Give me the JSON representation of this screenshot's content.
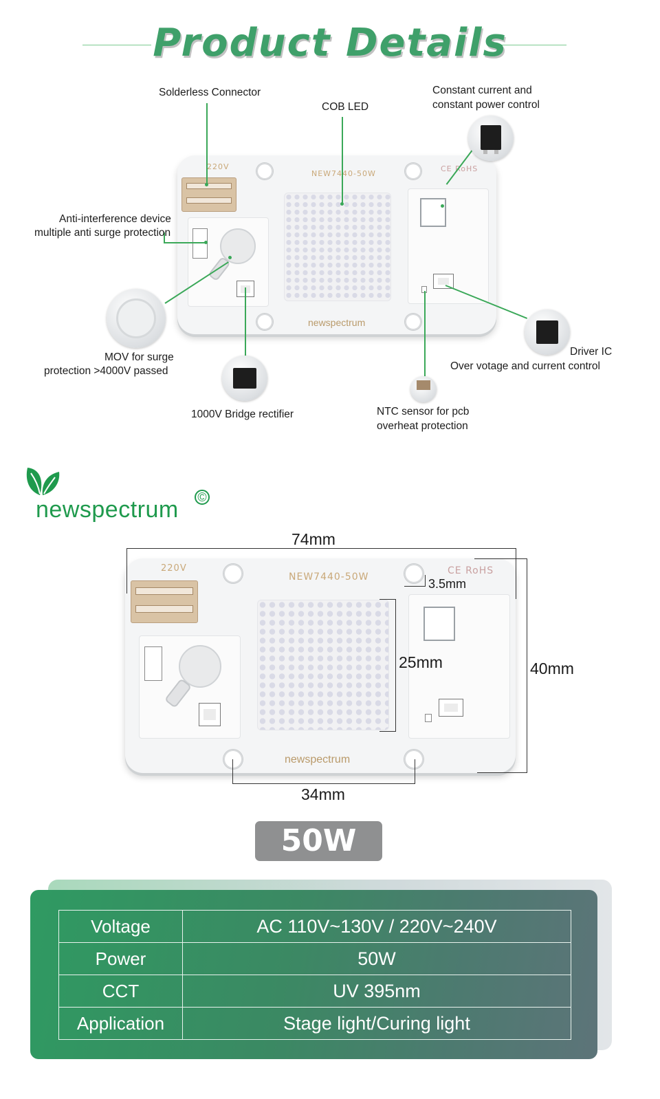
{
  "title": "Product Details",
  "board_marks": {
    "voltage_mark": "220V",
    "model_mark": "NEW7440-50W",
    "cert_mark": "CE RoHS",
    "logo_mark": "newspectrum"
  },
  "callouts": {
    "solderless": "Solderless Connector",
    "cob": "COB LED",
    "constant_1": "Constant current and",
    "constant_2": "constant power control",
    "anti_1": "Anti-interference device",
    "anti_2": "multiple anti surge protection",
    "mov_1": "MOV for surge",
    "mov_2": "protection >4000V passed",
    "bridge": "1000V Bridge rectifier",
    "ntc_1": "NTC sensor for pcb",
    "ntc_2": "overheat protection",
    "driver_1": "Driver IC",
    "driver_2": "Over votage and current control"
  },
  "brand": {
    "name": "newspectrum",
    "copyright": "©"
  },
  "dimensions": {
    "width": "74mm",
    "hole_offset": "3.5mm",
    "led_height": "25mm",
    "height": "40mm",
    "hole_span": "34mm"
  },
  "wattage": "50W",
  "specs": [
    {
      "key": "Voltage",
      "value": "AC 110V~130V / 220V~240V"
    },
    {
      "key": "Power",
      "value": "50W"
    },
    {
      "key": "CCT",
      "value": "UV 395nm"
    },
    {
      "key": "Application",
      "value": "Stage light/Curing light"
    }
  ],
  "colors": {
    "accent_green": "#3fa06a",
    "callout_line": "#3aa858",
    "badge_gray": "#8f9091"
  }
}
